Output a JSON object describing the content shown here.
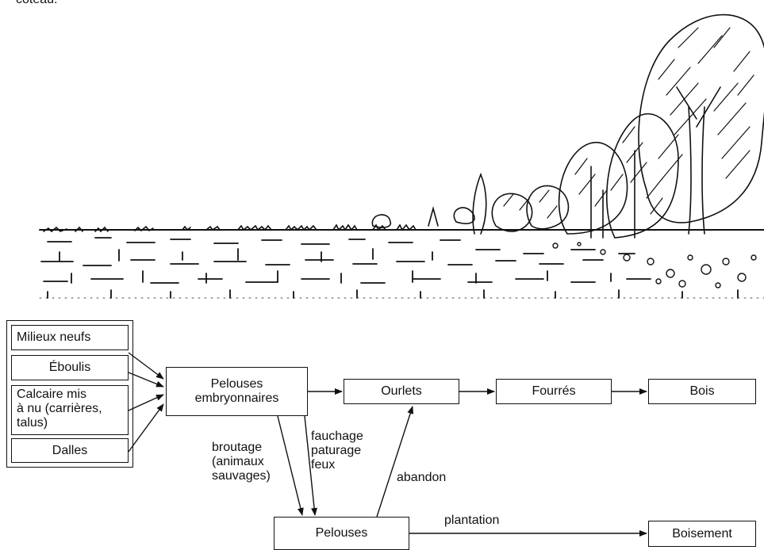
{
  "caption": "coteau.",
  "sources": {
    "milieux_neufs": "Milieux neufs",
    "eboulis": "Éboulis",
    "calcaire": "Calcaire mis\nà nu (carrières,\ntalus)",
    "dalles": "Dalles"
  },
  "stages": {
    "pelouses_embryonnaires": "Pelouses\nembryonnaires",
    "ourlets": "Ourlets",
    "fourres": "Fourrés",
    "bois": "Bois",
    "pelouses": "Pelouses",
    "boisement": "Boisement"
  },
  "labels": {
    "broutage": "broutage\n(animaux\nsauvages)",
    "fauchage": "fauchage\npaturage\nfeux",
    "abandon": "abandon",
    "plantation": "plantation"
  }
}
